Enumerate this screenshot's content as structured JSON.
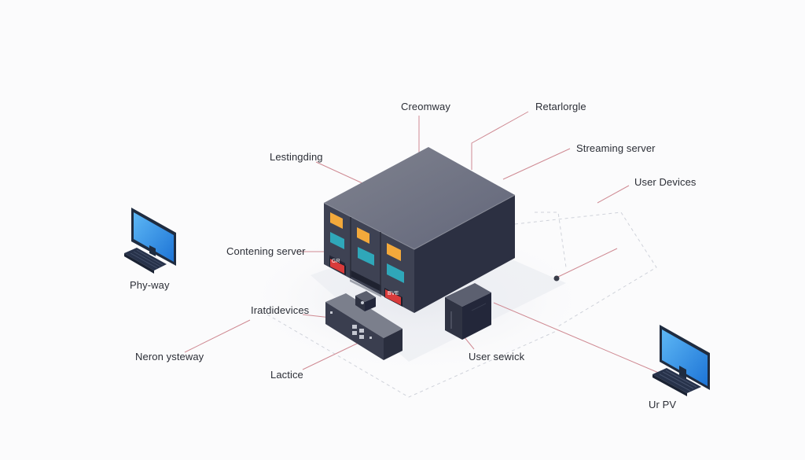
{
  "labels": {
    "cremoway": "Creomway",
    "retarlorgle": "Retarlorgle",
    "streaming_server": "Streaming server",
    "user_devices": "User Devices",
    "lestingding": "Lestingding",
    "contening_server": "Contening server",
    "phy_way": "Phy-way",
    "iratal_devices": "Iratdidevices",
    "neron_ysteway": "Neron ysteway",
    "lactice": "Lactice",
    "user_sewick": "User sewick",
    "ur_pv": "Ur PV"
  },
  "server_screen_text": {
    "left_red": "GR",
    "right_red": "BVE"
  },
  "colors": {
    "server_top": "#6e7281",
    "server_left": "#3f4354",
    "server_right": "#2d3142",
    "accent_orange": "#f3a93b",
    "accent_teal": "#2fa7b9",
    "accent_red": "#d93b3b",
    "monitor_screen": "#2d8fe6",
    "monitor_frame": "#1f2c40",
    "connector_line": "#c9828c",
    "dashed_line": "#c9cdd6",
    "floor_shadow": "#eceef2"
  },
  "icons": {
    "monitor_left": "desktop-monitor-icon",
    "monitor_right": "desktop-monitor-icon",
    "main_server": "server-rack-icon",
    "small_server": "tower-server-icon",
    "network_switch": "network-switch-icon"
  }
}
